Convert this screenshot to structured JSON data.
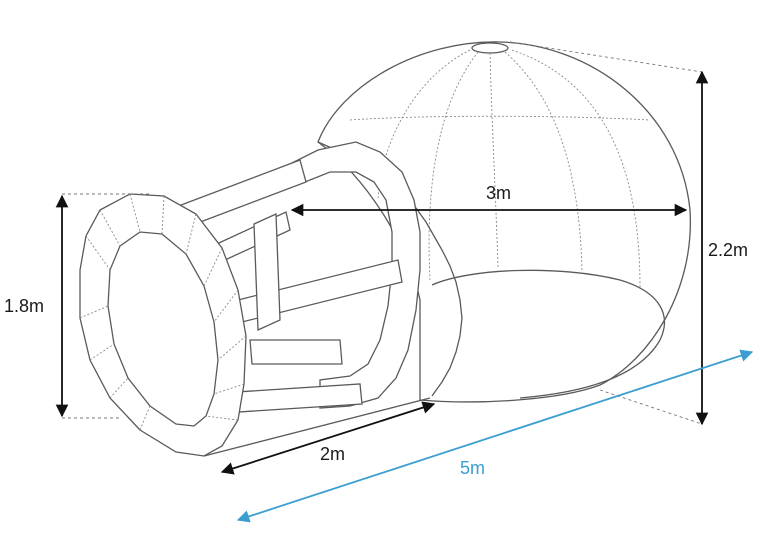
{
  "dimensions": {
    "dome_width": "3m",
    "dome_height": "2.2m",
    "tunnel_height": "1.8m",
    "tunnel_length": "2m",
    "total_length": "5m"
  },
  "colors": {
    "outline": "#5a5a5a",
    "dimension_line": "#111111",
    "total_length_line": "#3a9fd0"
  }
}
